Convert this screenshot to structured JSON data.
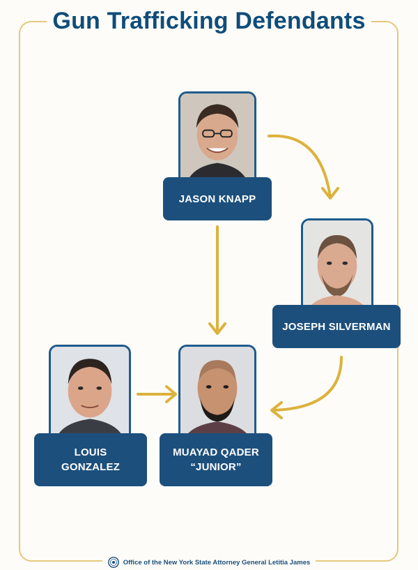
{
  "title": "Gun Trafficking Defendants",
  "defendants": [
    {
      "name": "JASON KNAPP"
    },
    {
      "name": "JOSEPH SILVERMAN"
    },
    {
      "name_line1": "LOUIS",
      "name_line2": "GONZALEZ"
    },
    {
      "name_line1": "MUAYAD QADER",
      "name_line2": "“JUNIOR”"
    }
  ],
  "footer": {
    "text": "Office of the New York State Attorney General Letitia James"
  },
  "colors": {
    "title": "#0f4d7a",
    "name_box": "#1c4f7c",
    "arrow": "#dcb23d",
    "frame": "#e6c77e"
  },
  "icons": [
    "ny-state-seal-icon"
  ]
}
